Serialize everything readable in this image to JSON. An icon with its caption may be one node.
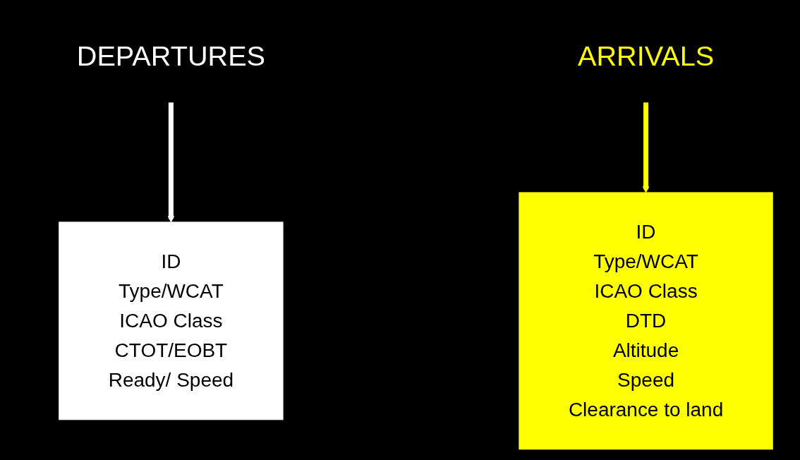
{
  "diagram": {
    "nodes": [
      {
        "text": [
          "DEPARTURES"
        ]
      },
      {
        "text": [
          "ID",
          "Type/WCAT",
          "ICAO Class",
          "CTOT/EOBT",
          "Ready/ Speed"
        ]
      },
      {
        "text": [
          "ARRIVALS"
        ]
      },
      {
        "text": [
          "ID",
          "Type/WCAT",
          "ICAO Class",
          "DTD",
          "Altitude",
          "Speed",
          "Clearance to land"
        ]
      }
    ],
    "edges": [
      {
        "from": 0,
        "to": 1,
        "arrow": "to",
        "color": "#ffffff"
      },
      {
        "from": 2,
        "to": 3,
        "arrow": "to",
        "color": "#ffff00"
      }
    ]
  }
}
